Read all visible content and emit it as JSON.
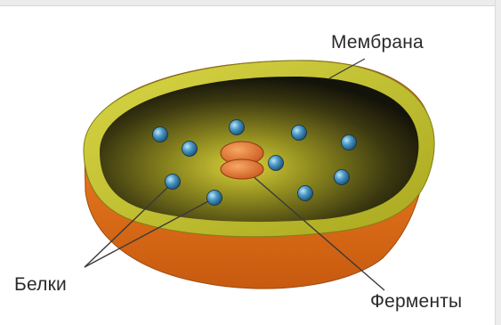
{
  "labels": {
    "membrane": "Мембрана",
    "proteins": "Белки",
    "enzymes": "Ферменты"
  },
  "colors": {
    "outer_orange": "#e2761b",
    "membrane_yellow": "#c7c633",
    "interior_dark": "#1e1c0c",
    "interior_glow": "#d6cf39",
    "protein_blue": "#3b86b3",
    "enzyme_orange": "#e5742c"
  }
}
